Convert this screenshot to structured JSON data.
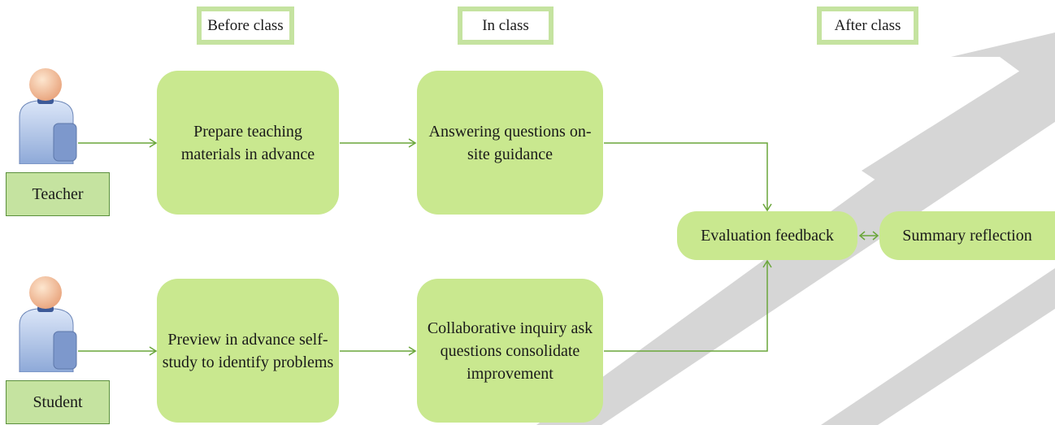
{
  "phases": {
    "before": "Before class",
    "in": "In class",
    "after": "After class"
  },
  "roles": {
    "teacher": "Teacher",
    "student": "Student"
  },
  "steps": {
    "prepare": "Prepare teaching materials in advance",
    "answering": "Answering questions on-site guidance",
    "preview": "Preview in advance self-study to identify problems",
    "collaborative": "Collaborative inquiry ask questions consolidate improvement",
    "evaluation": "Evaluation feedback",
    "summary": "Summary reflection"
  },
  "colors": {
    "box_fill": "#c9e88f",
    "phase_border": "#c5e3a0",
    "arrow": "#6aa63a",
    "watermark": "#d6d6d6"
  }
}
